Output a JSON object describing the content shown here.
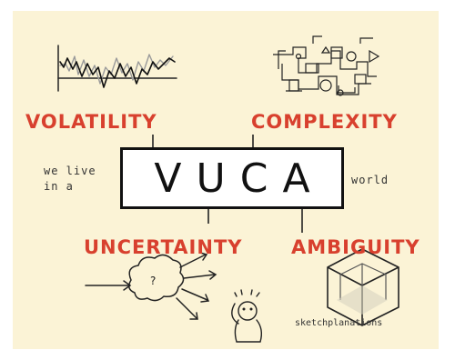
{
  "center": {
    "text": "VUCA"
  },
  "labels": {
    "volatility": "VOLATILITY",
    "complexity": "COMPLEXITY",
    "uncertainty": "UNCERTAINTY",
    "ambiguity": "AMBIGUITY"
  },
  "side_notes": {
    "left": "we live\nin a",
    "right": "world"
  },
  "cloud_mark": "?",
  "signature": "sketchplanations",
  "colors": {
    "background": "#fbf3d6",
    "label_red": "#d8402e",
    "ink": "#111111",
    "stock_grey": "#9a9a9a"
  }
}
